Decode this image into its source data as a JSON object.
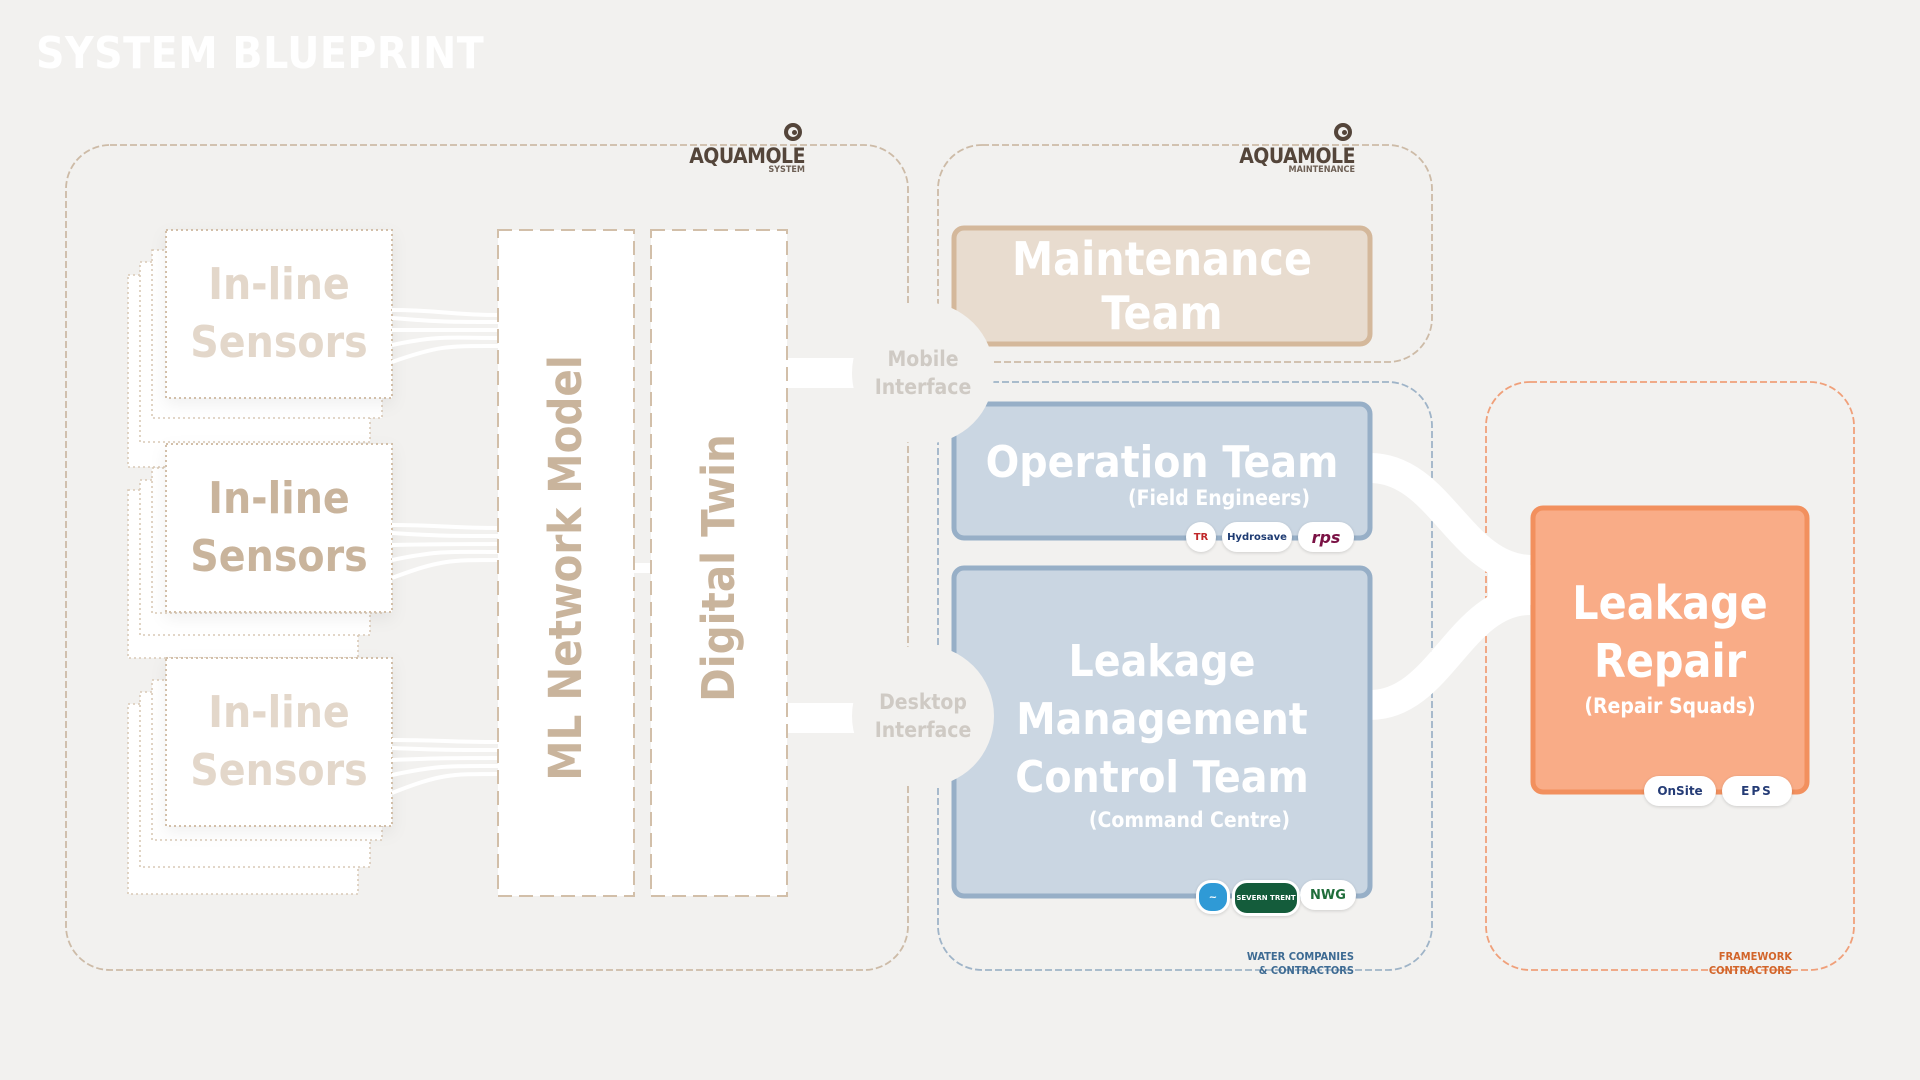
{
  "title": "SYSTEM BLUEPRINT",
  "brands": {
    "system": {
      "name": "AQUAMOLE",
      "sub": "SYSTEM"
    },
    "maintenance": {
      "name": "AQUAMOLE",
      "sub": "MAINTENANCE"
    }
  },
  "sensors": [
    {
      "label": "In-line\nSensors"
    },
    {
      "label": "In-line\nSensors"
    },
    {
      "label": "In-line\nSensors"
    }
  ],
  "ml_model": {
    "label": "ML Network Model"
  },
  "digital_twin": {
    "label": "Digital Twin"
  },
  "interfaces": {
    "mobile": "Mobile\nInterface",
    "desktop": "Desktop\nInterface"
  },
  "teams": {
    "maintenance": {
      "title": "Maintenance Team"
    },
    "operation": {
      "title": "Operation Team",
      "subtitle": "(Field Engineers)"
    },
    "leakage_control": {
      "title": "Leakage\nManagement\nControl Team",
      "subtitle": "(Command Centre)"
    },
    "leakage_repair": {
      "title": "Leakage\nRepair",
      "subtitle": "(Repair Squads)"
    }
  },
  "partner_logos": {
    "operation": [
      "TR",
      "Hydrosave",
      "rps"
    ],
    "leakage_control": [
      "~",
      "SEVERN TRENT",
      "NWG"
    ],
    "leakage_repair": [
      "OnSite",
      "EPS"
    ]
  },
  "zone_captions": {
    "water": "WATER COMPANIES\n& CONTRACTORS",
    "framework": "FRAMEWORK\nCONTRACTORS"
  },
  "colors": {
    "background": "#f2f1ef",
    "system_accent": "#c9b49c",
    "maintenance_fill": "#e8dccf",
    "maintenance_border": "#d4b89b",
    "water_fill": "#cad6e2",
    "water_border": "#97afc7",
    "repair_fill": "#f9ac87",
    "repair_border": "#f2905e",
    "water_caption": "#3e6b93",
    "framework_caption": "#d2652a"
  }
}
